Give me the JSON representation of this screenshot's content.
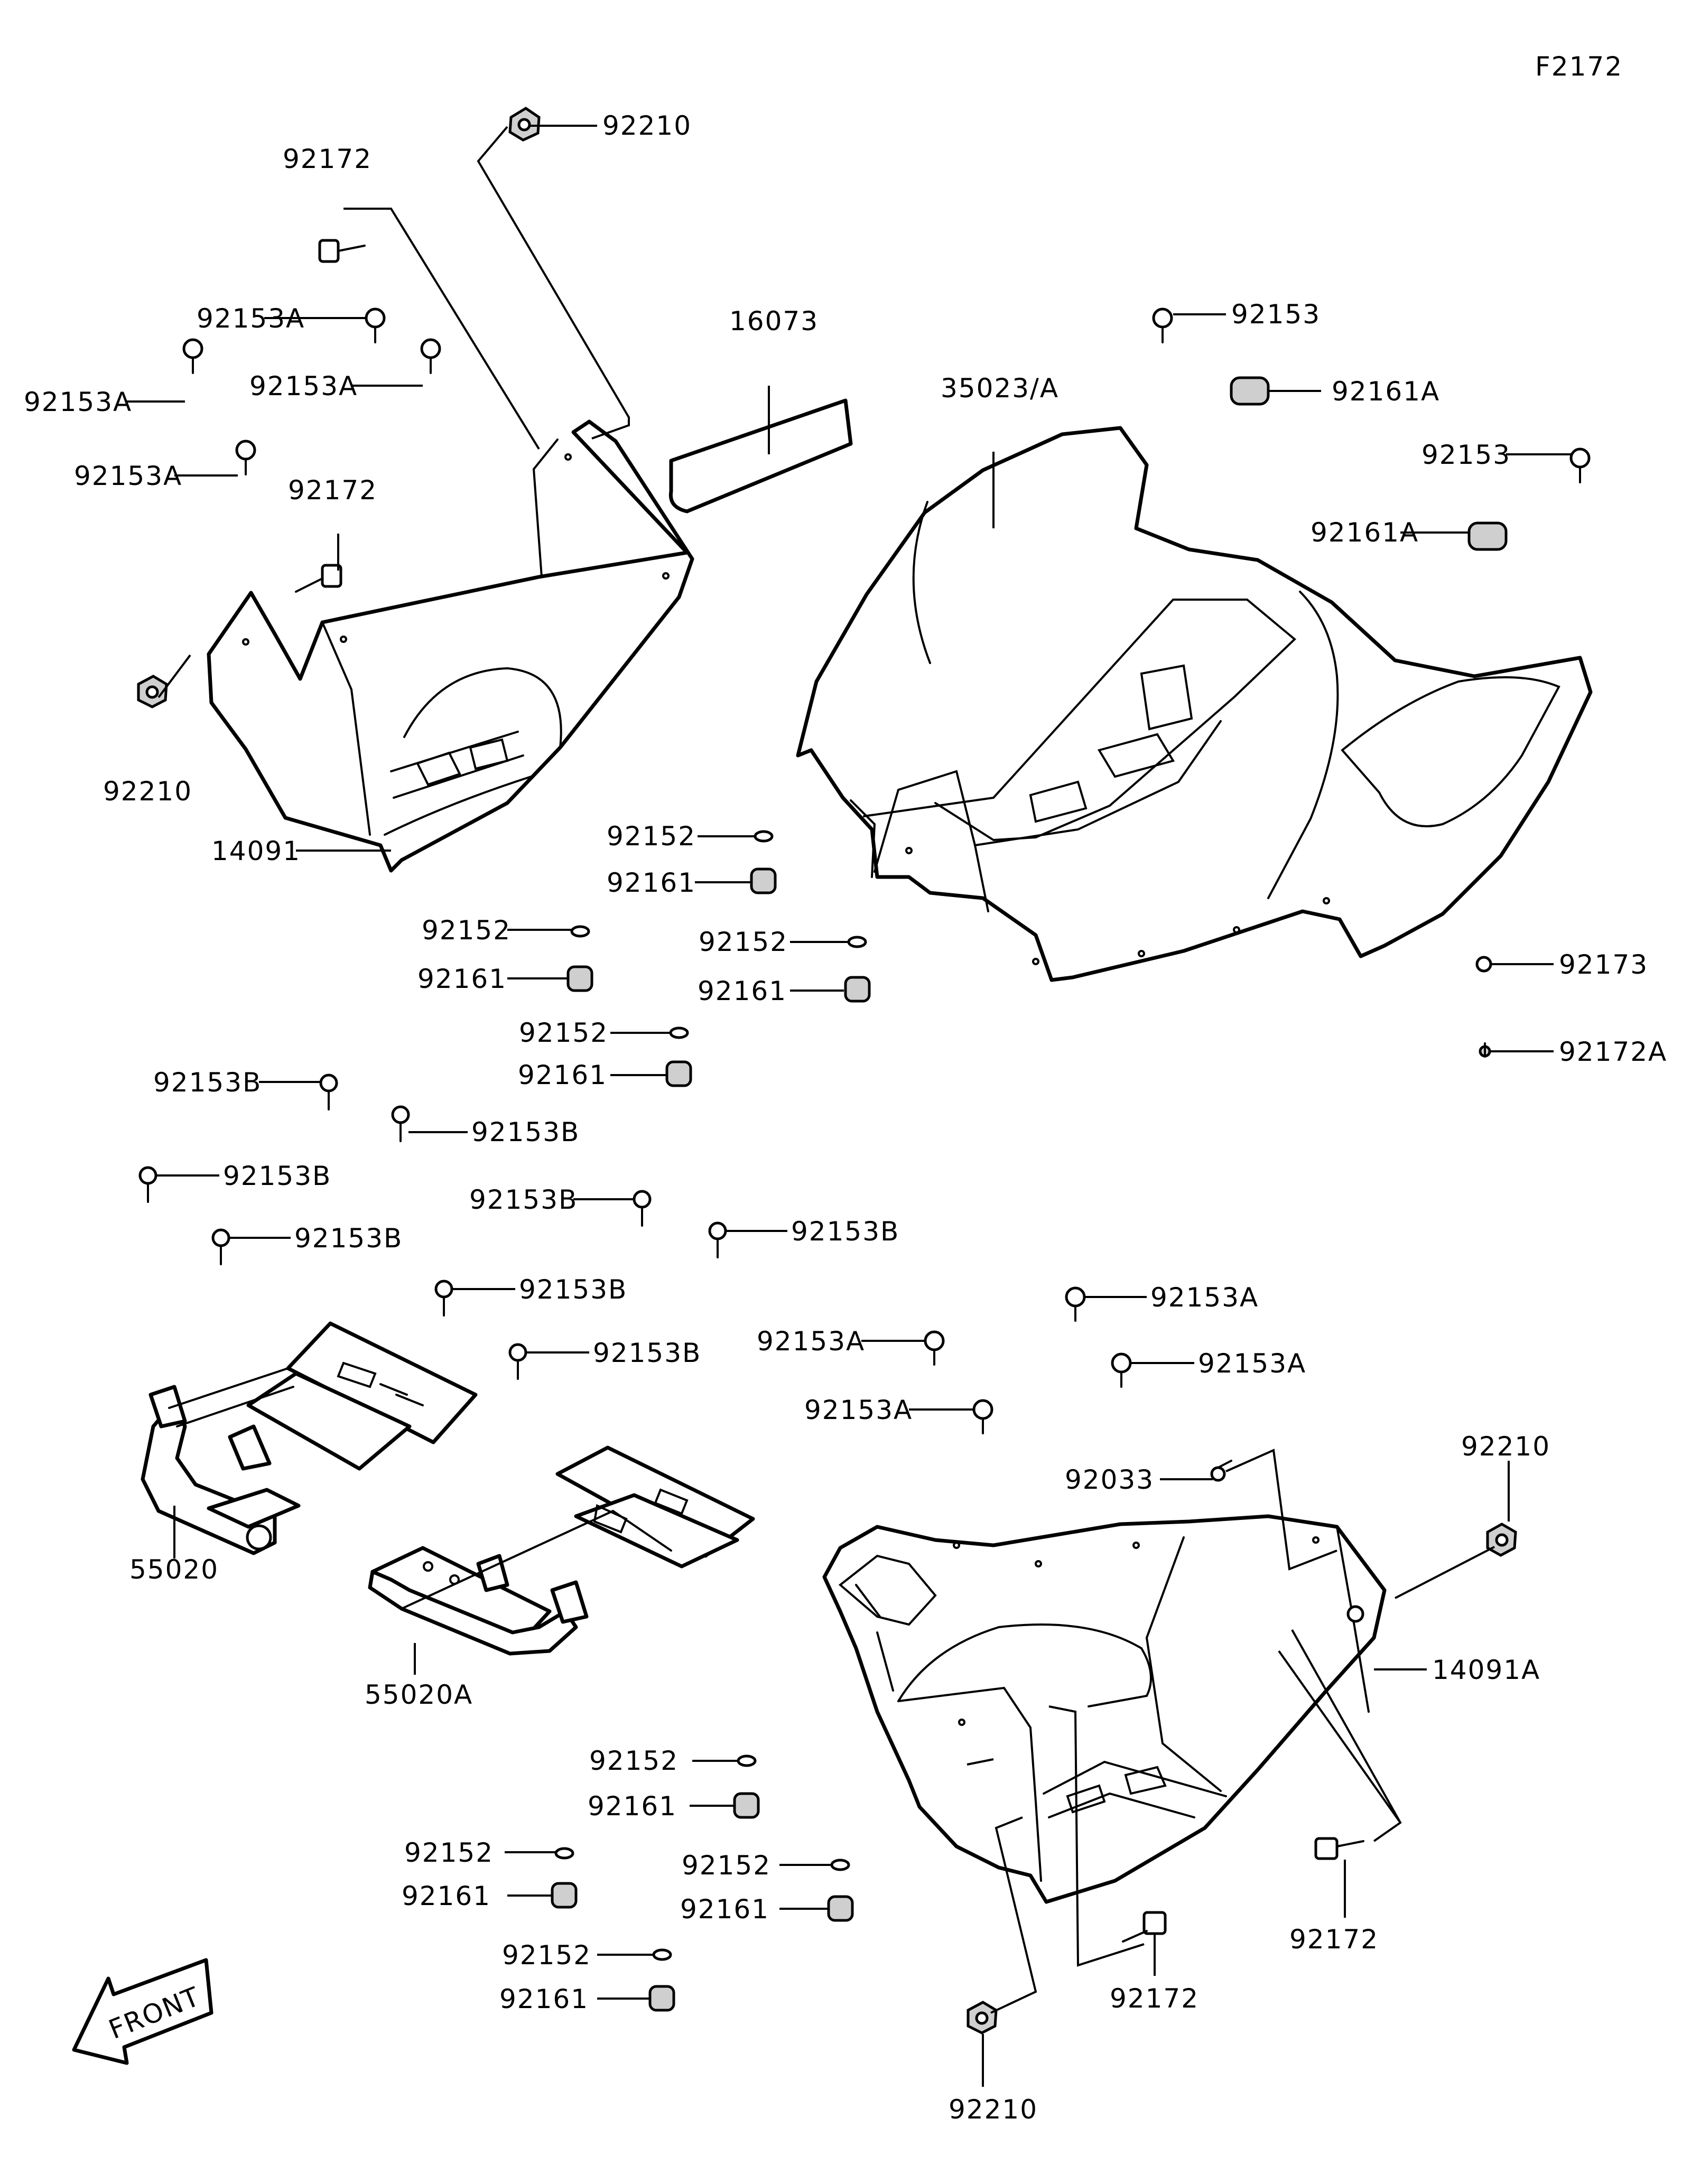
{
  "diagram_code": "F2172",
  "front_label": "FRONT",
  "labels": {
    "p92210_top": "92210",
    "p92172_top": "92172",
    "p92153A_a": "92153A",
    "p92153A_b": "92153A",
    "p92153A_c": "92153A",
    "p92153A_d": "92153A",
    "p92172_mid": "92172",
    "p92210_left": "92210",
    "p14091": "14091",
    "p16073": "16073",
    "p35023A": "35023/A",
    "p92153_a": "92153",
    "p92161A_a": "92161A",
    "p92153_b": "92153",
    "p92161A_b": "92161A",
    "p92152_a": "92152",
    "p92161_a": "92161",
    "p92152_b": "92152",
    "p92161_b": "92161",
    "p92152_c": "92152",
    "p92161_c": "92161",
    "p92152_d": "92152",
    "p92161_d": "92161",
    "p92173": "92173",
    "p92172A": "92172A",
    "p92153B_a": "92153B",
    "p92153B_b": "92153B",
    "p92153B_c": "92153B",
    "p92153B_d": "92153B",
    "p92153B_e": "92153B",
    "p92153B_f": "92153B",
    "p92153B_g": "92153B",
    "p92153B_h": "92153B",
    "p92153A_e": "92153A",
    "p92153A_f": "92153A",
    "p92153A_g": "92153A",
    "p92153A_h": "92153A",
    "p55020": "55020",
    "p55020A": "55020A",
    "p92033": "92033",
    "p92210_right": "92210",
    "p14091A": "14091A",
    "p92152_e": "92152",
    "p92161_e": "92161",
    "p92152_f": "92152",
    "p92161_f": "92161",
    "p92152_g": "92152",
    "p92161_g": "92161",
    "p92152_h": "92152",
    "p92161_h": "92161",
    "p92172_right": "92172",
    "p92172_bottom": "92172",
    "p92210_bottom": "92210"
  }
}
